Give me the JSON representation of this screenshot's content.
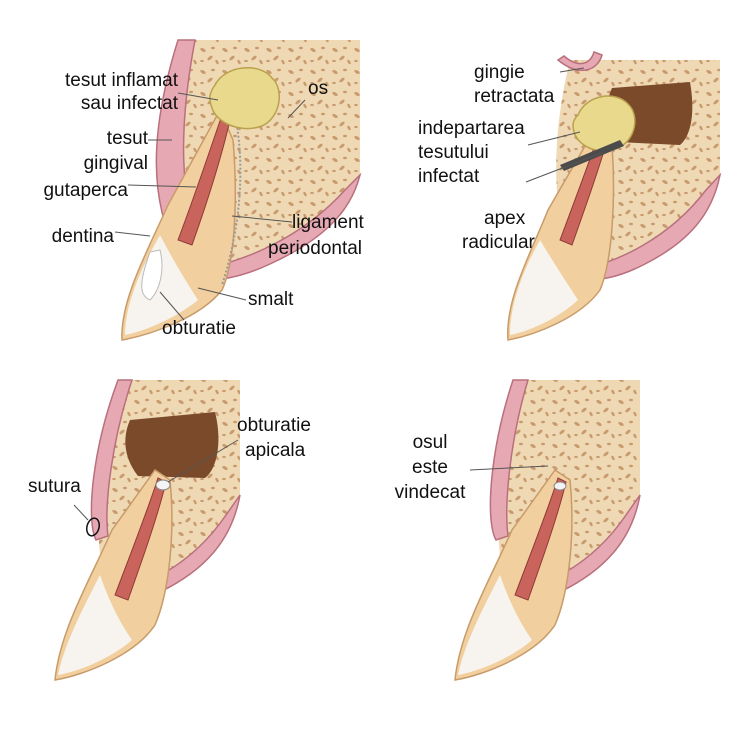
{
  "panels": {
    "top_left": {
      "labels": {
        "tesut_inflamat_1": "tesut inflamat",
        "tesut_inflamat_2": "sau infectat",
        "tesut_gingival_1": "tesut",
        "tesut_gingival_2": "gingival",
        "gutaperca": "gutaperca",
        "dentina": "dentina",
        "os": "os",
        "ligament_1": "ligament",
        "ligament_2": "periodontal",
        "smalt": "smalt",
        "obturatie": "obturatie"
      }
    },
    "top_right": {
      "labels": {
        "gingie_1": "gingie",
        "gingie_2": "retractata",
        "indepartarea_1": "indepartarea",
        "indepartarea_2": "tesutului",
        "indepartarea_3": "infectat",
        "apex_1": "apex",
        "apex_2": "radicular"
      }
    },
    "bottom_left": {
      "labels": {
        "sutura": "sutura",
        "obturatie_apicala_1": "obturatie",
        "obturatie_apicala_2": "apicala"
      }
    },
    "bottom_right": {
      "labels": {
        "osul_1": "osul",
        "osul_2": "este",
        "osul_3": "vindecat"
      }
    }
  },
  "colors": {
    "bone": "#efd9b4",
    "bone_pore": "#c89a6e",
    "gum": "#e6a9b3",
    "gum_edge": "#b8707d",
    "dentin": "#f2cf9e",
    "enamel": "#f7f3ee",
    "pulp_fill": "#c8645c",
    "infection": "#e9d98c",
    "cavity": "#7b4a2a",
    "leader": "#555555"
  }
}
